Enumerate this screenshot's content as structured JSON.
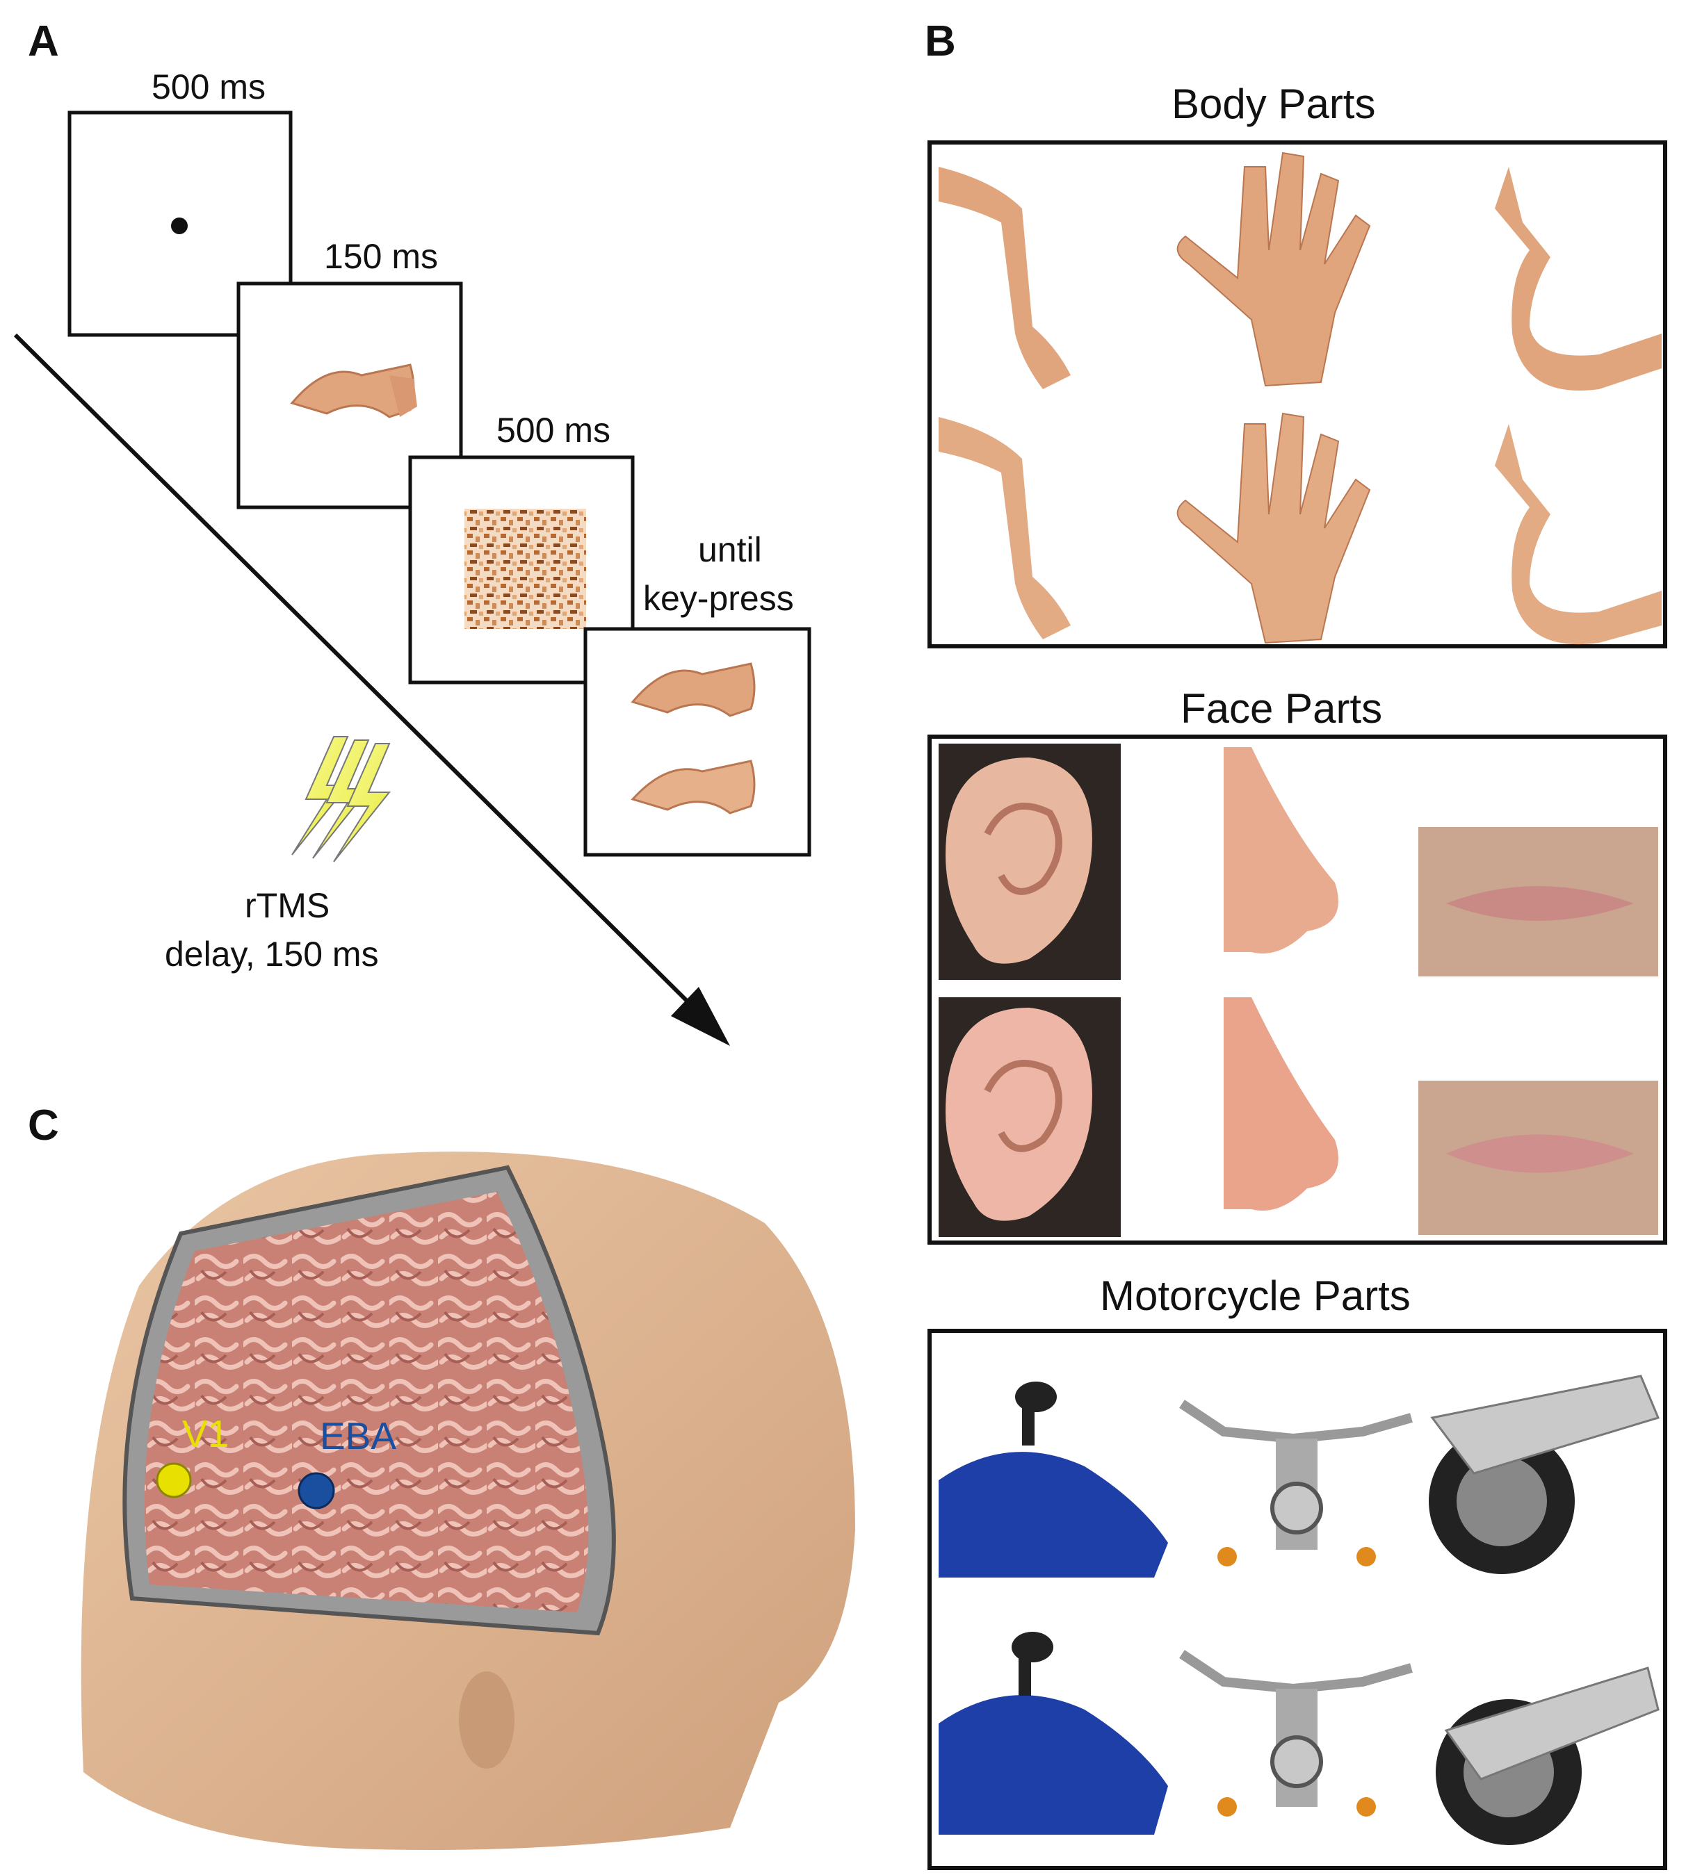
{
  "panel_a": {
    "letter": "A",
    "frames": [
      {
        "duration": "500 ms",
        "content": "fixation"
      },
      {
        "duration": "150 ms",
        "content": "body-part"
      },
      {
        "duration": "500 ms",
        "content": "mask"
      },
      {
        "duration_line1": "until",
        "duration_line2": "key-press",
        "content": "body-part pair"
      }
    ],
    "rtms_label": "rTMS",
    "delay_label": "delay, 150 ms",
    "icons": [
      "lightning-bolt-icon",
      "timeline-arrow"
    ]
  },
  "panel_b": {
    "letter": "B",
    "groups": [
      {
        "title": "Body Parts",
        "items": [
          "arm",
          "hand",
          "raised arm"
        ]
      },
      {
        "title": "Face Parts",
        "items": [
          "ear",
          "nose",
          "mouth"
        ]
      },
      {
        "title": "Motorcycle Parts",
        "items": [
          "front fairing",
          "handlebar",
          "rear wheel"
        ]
      }
    ]
  },
  "panel_c": {
    "letter": "C",
    "sites": [
      {
        "label": "V1",
        "color": "#e8e000"
      },
      {
        "label": "EBA",
        "color": "#1a4fa0"
      }
    ]
  },
  "colors": {
    "skin": "#e0a57c",
    "skin_dark": "#b97650",
    "bolt": "#f2f26a",
    "brain": "#c98075",
    "head": "#e0b995",
    "moto_blue": "#1f3fa8"
  }
}
